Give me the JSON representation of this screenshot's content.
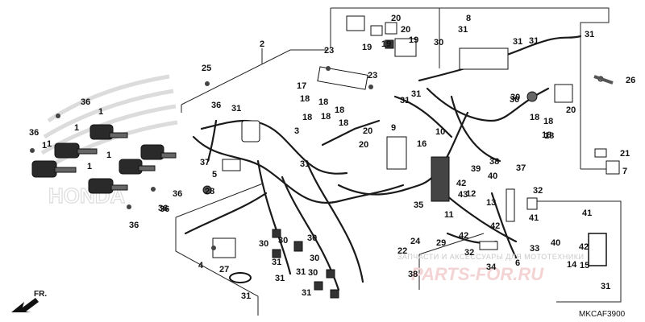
{
  "diagram": {
    "code": "MKCAF3900",
    "direction_label": "FR.",
    "watermark_caption": "ЗАПЧАСТИ И АКСЕССУАРЫ ДЛЯ МОТОТЕХНИКИ",
    "watermark_brand": "PARTS-FOR.RU",
    "logo_text": "HONDA",
    "callouts": [
      "2",
      "25",
      "31",
      "36",
      "1",
      "36",
      "1",
      "1",
      "36",
      "1",
      "36",
      "36",
      "1",
      "1",
      "36",
      "36",
      "37",
      "5",
      "28",
      "3",
      "31",
      "18",
      "18",
      "18",
      "17",
      "23",
      "23",
      "18",
      "18",
      "18",
      "20",
      "20",
      "20",
      "20",
      "19",
      "19",
      "19",
      "31",
      "8",
      "31",
      "30",
      "31",
      "31",
      "31",
      "30",
      "9",
      "31",
      "10",
      "16",
      "38",
      "39",
      "40",
      "42",
      "43",
      "12",
      "13",
      "11",
      "35",
      "24",
      "26",
      "30",
      "18",
      "18",
      "18",
      "18",
      "20",
      "21",
      "7",
      "32",
      "41",
      "42",
      "42",
      "32",
      "33",
      "6",
      "29",
      "34",
      "22",
      "38",
      "41",
      "40",
      "42",
      "14",
      "15",
      "31",
      "37",
      "4",
      "27",
      "31",
      "30",
      "31",
      "30",
      "31",
      "30",
      "31",
      "30",
      "31",
      "30"
    ]
  }
}
